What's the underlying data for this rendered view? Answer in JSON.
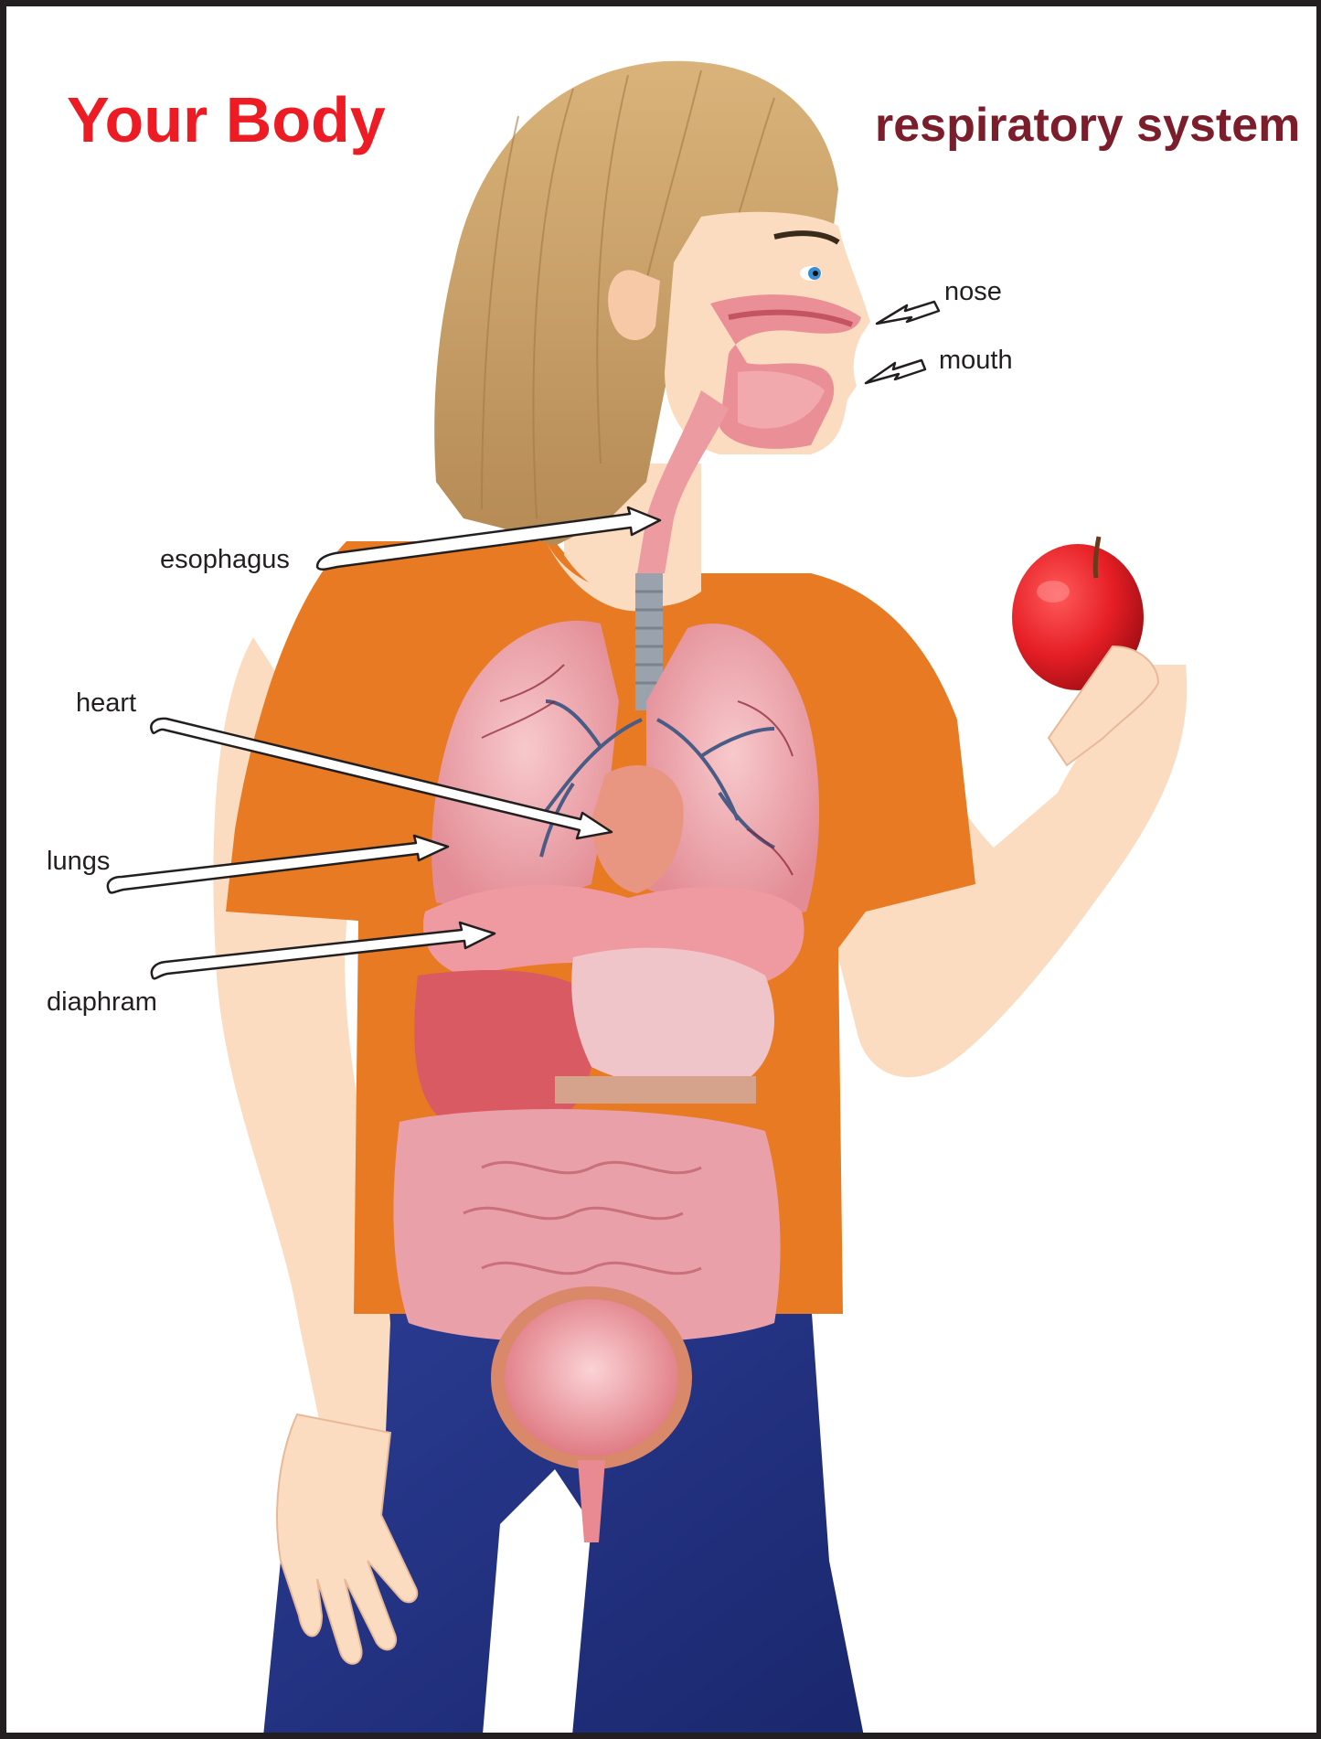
{
  "title": "Your Body",
  "subtitle": "respiratory system",
  "labels": {
    "nose": "nose",
    "mouth": "mouth",
    "esophagus": "esophagus",
    "heart": "heart",
    "lungs": "lungs",
    "diaphram": "diaphram"
  },
  "colors": {
    "title": "#ed1c24",
    "subtitle": "#7b1d2a",
    "shirt": "#e77a22",
    "pants": "#223384",
    "skin": "#fcdcc0",
    "hair": "#c9a26a",
    "organ_pink": "#e98a92",
    "apple": "#e51e25"
  }
}
